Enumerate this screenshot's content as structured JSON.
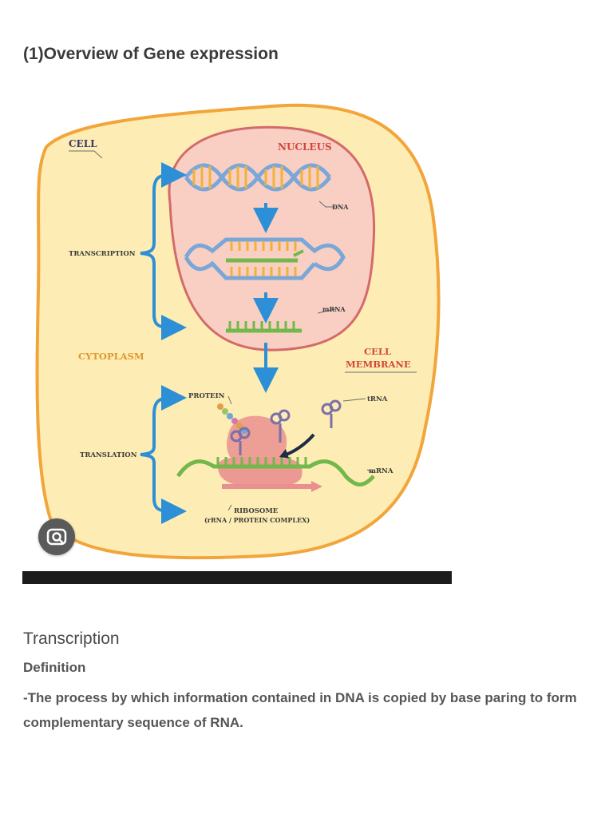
{
  "header": {
    "title": "(1)Overview of Gene expression"
  },
  "figure": {
    "labels": {
      "cell": "CELL",
      "nucleus": "NUCLEUS",
      "dna": "DNA",
      "transcription": "TRANSCRIPTION",
      "mrna_nucleus": "mRNA",
      "cytoplasm": "CYTOPLASM",
      "cell_membrane_1": "CELL",
      "cell_membrane_2": "MEMBRANE",
      "protein": "PROTEIN",
      "trna": "tRNA",
      "translation": "TRANSLATION",
      "mrna_cytoplasm": "mRNA",
      "ribosome": "RIBOSOME",
      "ribosome_sub": "(rRNA / PROTEIN COMPLEX)"
    },
    "colors": {
      "cell_fill": "#fdedb5",
      "cell_outline": "#f2a53a",
      "nucleus_fill": "#f9cfc4",
      "nucleus_outline": "#d46a6a",
      "arrow": "#2d8fd5",
      "dna_strand": "#7aa7d8",
      "base_pairs": "#f1b23b",
      "mrna": "#73b84a",
      "ribosome": "#ea8f8f",
      "trna": "#7c6fa8"
    }
  },
  "lens_button": {
    "icon": "lens-icon"
  },
  "section": {
    "heading": "Transcription",
    "subheading": "Definition",
    "text": "-The process by which information contained in DNA is copied by base paring to form complementary sequence of RNA."
  }
}
